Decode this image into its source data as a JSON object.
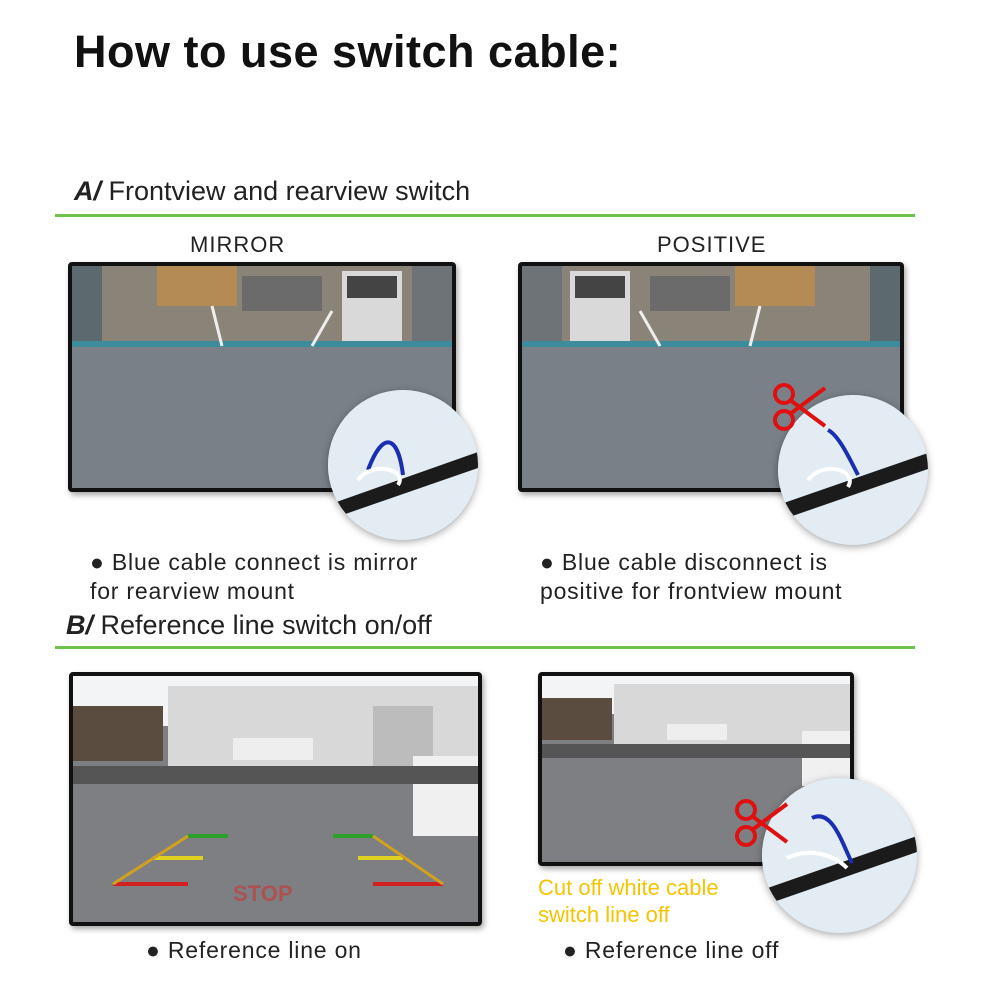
{
  "title": "How to use switch cable:",
  "section_a": {
    "label": "A/",
    "text": "Frontview and rearview switch"
  },
  "section_b": {
    "label": "B/",
    "text": "Reference line switch on/off"
  },
  "mirror": {
    "caption": "MIRROR",
    "bullet_line1": "Blue cable connect is mirror",
    "bullet_line2": "for rearview mount"
  },
  "positive": {
    "caption": "POSITIVE",
    "bullet_line1": "Blue cable disconnect is",
    "bullet_line2": "positive for frontview mount"
  },
  "ref_on": {
    "bullet": "Reference line on",
    "stop_text": "STOP"
  },
  "ref_off": {
    "bullet": "Reference line off",
    "note_line1": "Cut off white cable",
    "note_line2": "switch line off"
  },
  "colors": {
    "accent_green": "#6cc24a",
    "note_yellow": "#f5c400",
    "cable_blue": "#1a2fb0",
    "scissor_red": "#e01010"
  }
}
